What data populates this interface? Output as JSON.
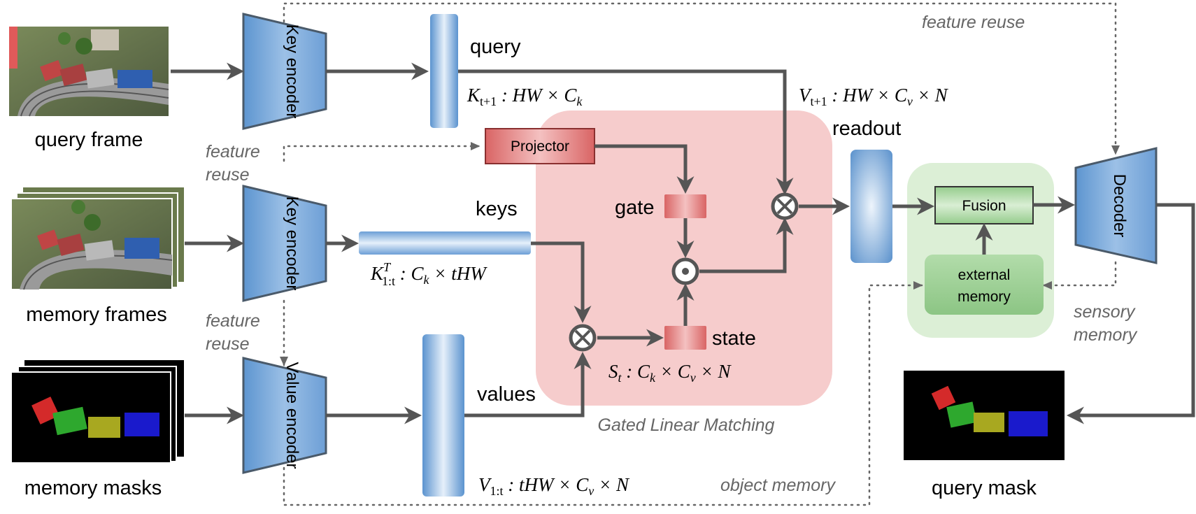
{
  "inputs": {
    "query_frame": "query frame",
    "memory_frames": "memory frames",
    "memory_masks": "memory masks",
    "query_mask": "query mask"
  },
  "encoders": {
    "key_encoder": "Key encoder",
    "value_encoder": "Value encoder",
    "decoder": "Decoder"
  },
  "labels": {
    "query": "query",
    "keys": "keys",
    "values": "values",
    "readout": "readout",
    "projector": "Projector",
    "gate": "gate",
    "state": "state",
    "fusion": "Fusion",
    "external_memory": [
      "external",
      "memory"
    ]
  },
  "annotations": {
    "feature_reuse_top": "feature reuse",
    "feature_reuse_mid": [
      "feature",
      "reuse"
    ],
    "feature_reuse_low": [
      "feature",
      "reuse"
    ],
    "gated_linear_matching": "Gated Linear Matching",
    "object_memory": "object memory",
    "sensory_memory": [
      "sensory",
      "memory"
    ]
  },
  "formulas": {
    "k_query": {
      "base": "K",
      "sub": "t+1",
      "rest": " : HW × C",
      "rest_sub": "k"
    },
    "v_query": {
      "base": "V",
      "sub": "t+1",
      "rest": " : HW × C",
      "rest_sub": "v",
      "tail": " × N"
    },
    "k_keys": {
      "base": "K",
      "sup": "T",
      "sub": "1:t",
      "rest": " : C",
      "rest_sub": "k",
      "tail": " × tHW"
    },
    "state": {
      "base": "S",
      "sub": "t",
      "rest": " : C",
      "rest_sub": "k",
      "mid": " × C",
      "mid_sub": "v",
      "tail": " × N"
    },
    "values": {
      "base": "V",
      "sub": "1:t",
      "rest": " : tHW × C",
      "rest_sub": "v",
      "tail": " × N"
    }
  },
  "colors": {
    "arrow": "#555555",
    "encoder_blue": "#7aa7d8",
    "projector_red": "#e07c7c",
    "matching_bg": "#f6cccc",
    "fusion_bg": "#dcefd6",
    "fusion_green": "#a8d5a0"
  },
  "operators": [
    "otimes",
    "odot"
  ]
}
